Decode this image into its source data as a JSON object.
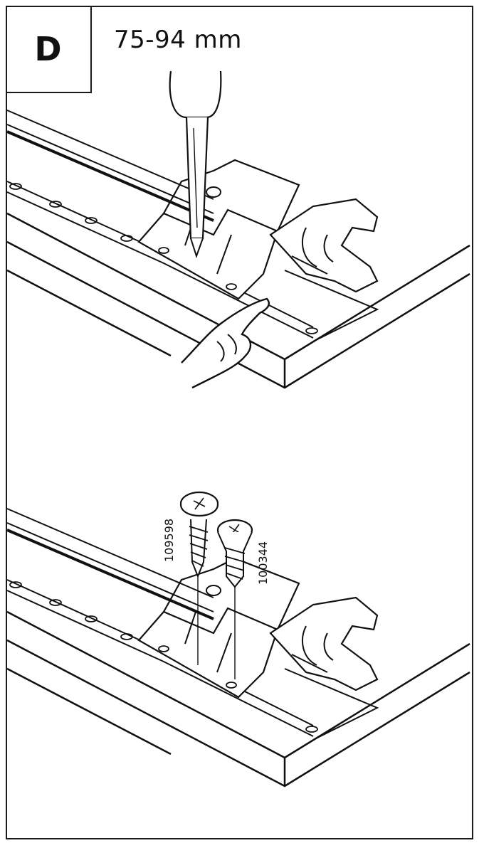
{
  "step": {
    "letter": "D",
    "measurement": "75-94 mm"
  },
  "screws": [
    {
      "part_number": "109598"
    },
    {
      "part_number": "100344"
    }
  ]
}
